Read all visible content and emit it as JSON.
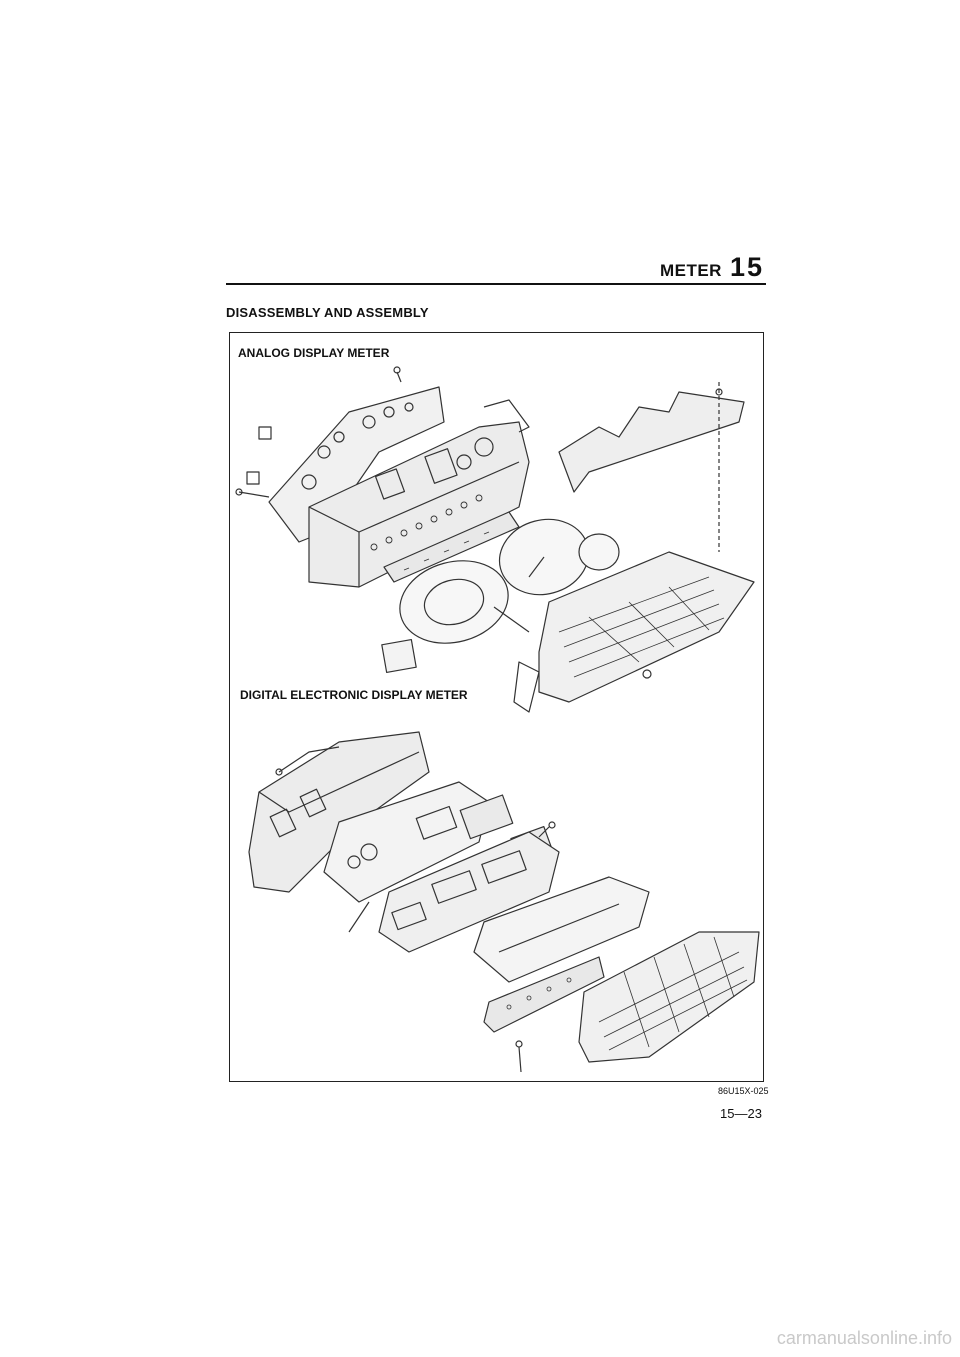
{
  "header": {
    "section_word": "METER",
    "section_number": "15"
  },
  "title": "DISASSEMBLY AND ASSEMBLY",
  "figure": {
    "label_analog": "ANALOG DISPLAY METER",
    "label_digital": "DIGITAL ELECTRONIC DISPLAY METER",
    "code": "86U15X-025"
  },
  "page_number": "15—23",
  "watermark": "carmanualsonline.info"
}
